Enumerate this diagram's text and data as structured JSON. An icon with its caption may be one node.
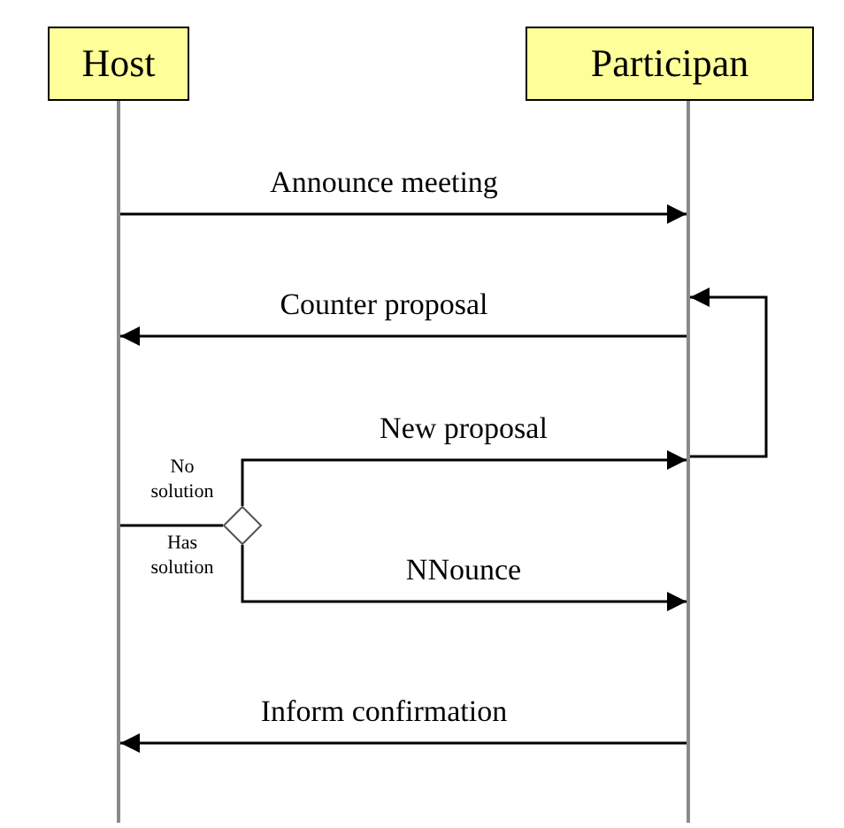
{
  "diagram": {
    "nodes": [
      {
        "text": [
          "Host"
        ]
      },
      {
        "text": [
          "Participan"
        ]
      },
      {
        "text": [],
        "shape": "bar"
      },
      {
        "text": [],
        "shape": "bar"
      },
      {
        "text": [],
        "shape": "diamond",
        "beside": [
          "No solution",
          "Has solution"
        ]
      }
    ],
    "edges": [
      {
        "from": 2,
        "to": 3,
        "arrow": "to",
        "label": "Announce meeting"
      },
      {
        "from": 3,
        "to": 2,
        "arrow": "to",
        "label": "Counter proposal"
      },
      {
        "from": 3,
        "to": 3,
        "arrow": "to"
      },
      {
        "from": 2,
        "to": 4,
        "arrow": "none"
      },
      {
        "from": 4,
        "to": 3,
        "arrow": "to",
        "label": "New proposal"
      },
      {
        "from": 4,
        "to": 3,
        "arrow": "to",
        "label": "NNounce"
      },
      {
        "from": 3,
        "to": 2,
        "arrow": "to",
        "label": "Inform confirmation"
      }
    ]
  }
}
